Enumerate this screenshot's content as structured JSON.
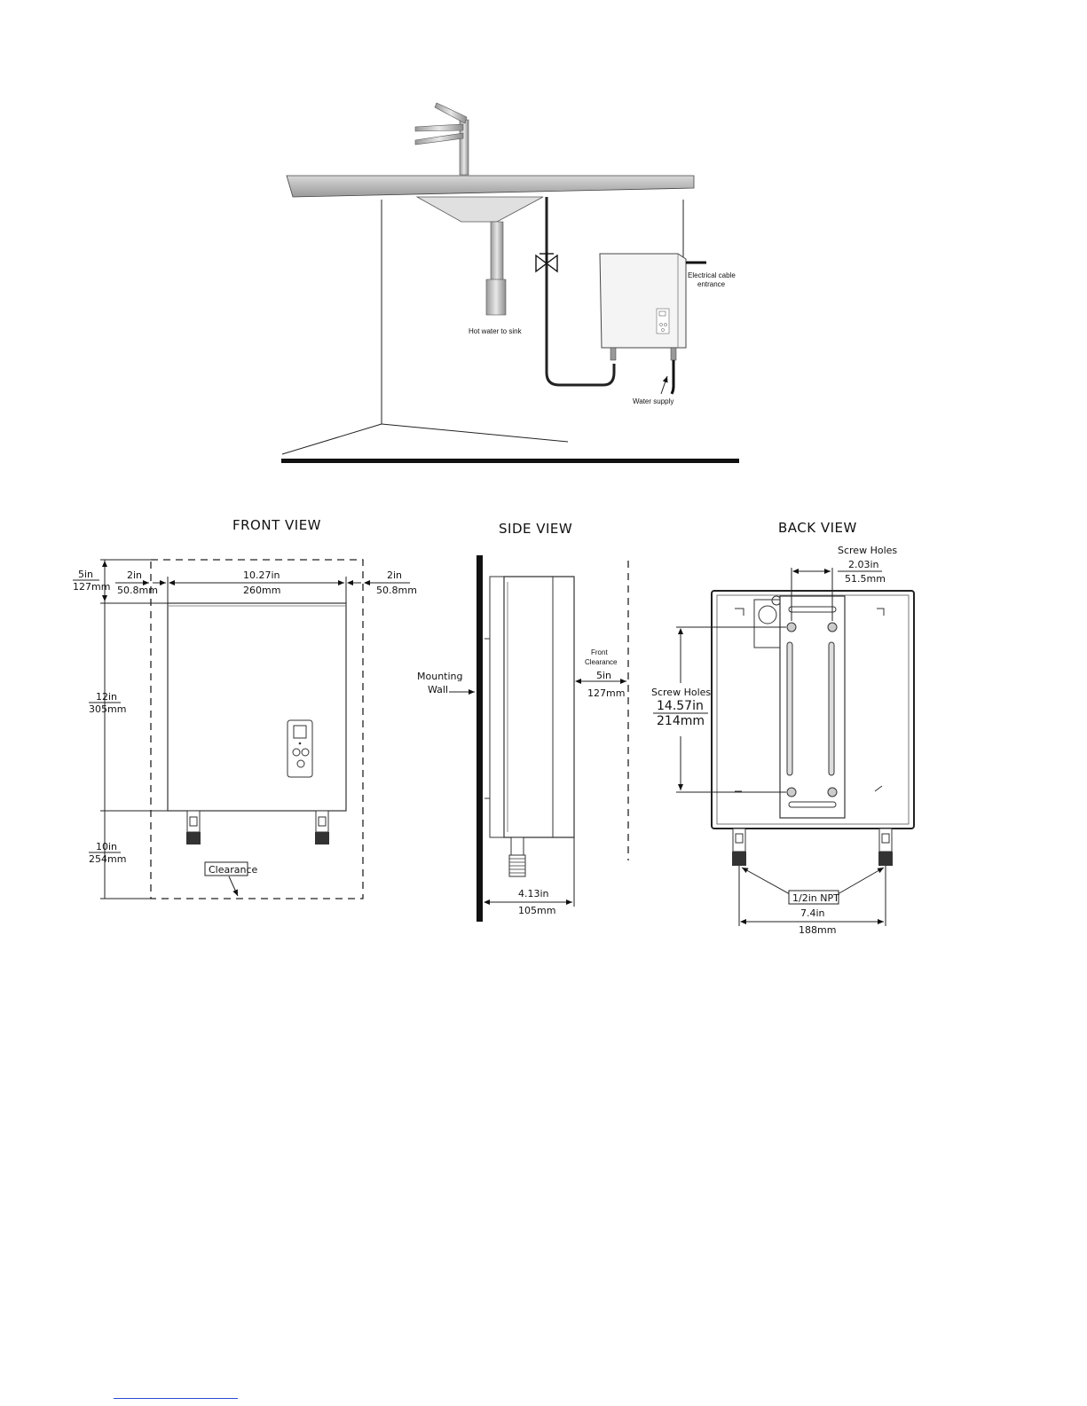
{
  "installation": {
    "electrical_cable_label_line1": "Electrical cable",
    "electrical_cable_label_line2": "entrance",
    "hot_water_label": "Hot water to sink",
    "water_supply_label": "Water supply"
  },
  "front_view": {
    "title": "FRONT VIEW",
    "top_clearance_in": "5in",
    "top_clearance_mm": "127mm",
    "left_clearance_in": "2in",
    "left_clearance_mm": "50.8mm",
    "width_in": "10.27in",
    "width_mm": "260mm",
    "right_clearance_in": "2in",
    "right_clearance_mm": "50.8mm",
    "height_in": "12in",
    "height_mm": "305mm",
    "bottom_clearance_in": "10in",
    "bottom_clearance_mm": "254mm",
    "clearance_label": "Clearance"
  },
  "side_view": {
    "title": "SIDE VIEW",
    "mounting_wall_line1": "Mounting",
    "mounting_wall_line2": "Wall",
    "front_clearance_line1": "Front",
    "front_clearance_line2": "Clearance",
    "front_clearance_in": "5in",
    "front_clearance_mm": "127mm",
    "depth_in": "4.13in",
    "depth_mm": "105mm"
  },
  "back_view": {
    "title": "BACK VIEW",
    "screw_holes_top_label": "Screw Holes",
    "screw_holes_top_in": "2.03in",
    "screw_holes_top_mm": "51.5mm",
    "screw_holes_side_label": "Screw Holes",
    "screw_holes_side_in": "14.57in",
    "screw_holes_side_mm": "214mm",
    "npt_label": "1/2in NPT",
    "fitting_spacing_in": "7.4in",
    "fitting_spacing_mm": "188mm"
  }
}
